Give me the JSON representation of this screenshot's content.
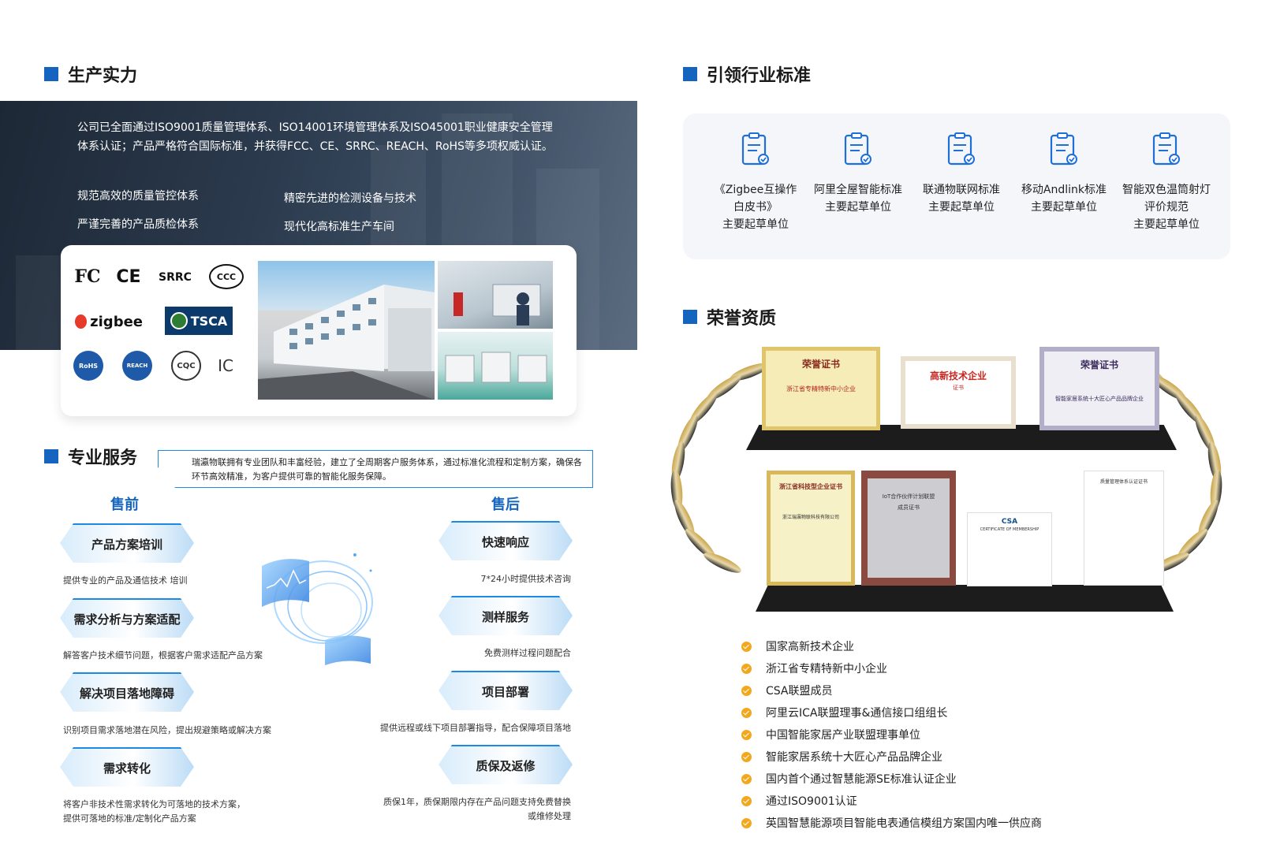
{
  "production": {
    "title": "生产实力",
    "intro": "公司已全面通过ISO9001质量管理体系、ISO14001环境管理体系及ISO45001职业健康安全管理体系认证；产品严格符合国际标准，并获得FCC、CE、SRRC、REACH、RoHS等多项权威认证。",
    "bullets": [
      "规范高效的质量管控体系",
      "精密先进的检测设备与技术",
      "严谨完善的产品质检体系",
      "现代化高标准生产车间"
    ],
    "logos": [
      "FC",
      "CE",
      "SRRC",
      "CCC",
      "zigbee",
      "TSCA",
      "RoHS",
      "REACH",
      "CQC",
      "IC"
    ]
  },
  "service": {
    "title": "专业服务",
    "note": "瑞瀛物联拥有专业团队和丰富经验，建立了全周期客户服务体系，通过标准化流程和定制方案，确保各环节高效精准，为客户提供可靠的智能化服务保障。",
    "presale_title": "售前",
    "aftersale_title": "售后",
    "presale": [
      {
        "label": "产品方案培训",
        "desc": "提供专业的产品及通信技术 培训"
      },
      {
        "label": "需求分析与方案适配",
        "desc": "解答客户技术细节问题，根据客户需求适配产品方案"
      },
      {
        "label": "解决项目落地障碍",
        "desc": "识别项目需求落地潜在风险，提出规避策略或解决方案"
      },
      {
        "label": "需求转化",
        "desc": "将客户非技术性需求转化为可落地的技术方案，\n提供可落地的标准/定制化产品方案"
      }
    ],
    "aftersale": [
      {
        "label": "快速响应",
        "desc": "7*24小时提供技术咨询"
      },
      {
        "label": "测样服务",
        "desc": "免费测样过程问题配合"
      },
      {
        "label": "项目部署",
        "desc": "提供远程或线下项目部署指导，配合保障项目落地"
      },
      {
        "label": "质保及返修",
        "desc": "质保1年，质保期限内存在产品问题支持免费替换\n或维修处理"
      }
    ]
  },
  "standards": {
    "title": "引领行业标准",
    "items": [
      {
        "text": "《Zigbee互操作\n白皮书》\n主要起草单位"
      },
      {
        "text": "阿里全屋智能标准\n主要起草单位"
      },
      {
        "text": "联通物联网标准\n主要起草单位"
      },
      {
        "text": "移动Andlink标准\n主要起草单位"
      },
      {
        "text": "智能双色温筒射灯\n评价规范\n主要起草单位"
      }
    ]
  },
  "honors": {
    "title": "荣誉资质",
    "certificates": [
      {
        "heading": "荣誉证书",
        "line": "浙江省专精特新中小企业"
      },
      {
        "heading": "高新技术企业",
        "line": "证书"
      },
      {
        "heading": "荣誉证书",
        "line": "智能家居系统十大匠心产品品牌企业"
      },
      {
        "heading": "浙江省科技型企业证书",
        "line": "浙江瑞瀛物联科技有限公司"
      },
      {
        "heading": "IoT合作伙伴计划联盟",
        "line": "成员证书"
      },
      {
        "heading": "CERTIFICATE OF MEMBERSHIP",
        "line": "CSA"
      },
      {
        "heading": "质量管理体系认证证书",
        "line": ""
      }
    ],
    "items": [
      "国家高新技术企业",
      "浙江省专精特新中小企业",
      "CSA联盟成员",
      "阿里云ICA联盟理事&通信接口组组长",
      "中国智能家居产业联盟理事单位",
      "智能家居系统十大匠心产品品牌企业",
      "国内首个通过智慧能源SE标准认证企业",
      "通过ISO9001认证",
      "英国智慧能源项目智能电表通信模组方案国内唯一供应商"
    ]
  },
  "colors": {
    "accent": "#1565c0",
    "gold": "#f2a81d",
    "dark_banner": "#263446"
  }
}
